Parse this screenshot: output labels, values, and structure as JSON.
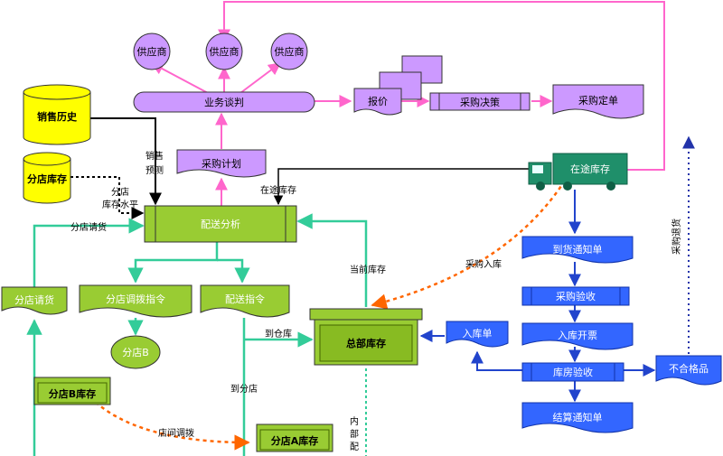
{
  "supplier": "供应商",
  "negotiation": "业务谈判",
  "quote": "报价",
  "purchase_decision": "采购决策",
  "purchase_order": "采购定单",
  "sales_history": "销售历史",
  "store_inventory": "分店库存",
  "sales_forecast_line1": "销售",
  "sales_forecast_line2": "预测",
  "store_level_line1": "分店",
  "store_level_line2": "库存水平",
  "purchase_plan": "采购计划",
  "in_transit_label": "在途库存",
  "truck_label": "在途库存",
  "distribution_analysis": "配送分析",
  "store_request_label": "分店请货",
  "store_request_doc": "分店请货",
  "transfer_order": "分店调拨指令",
  "delivery_order": "配送指令",
  "store_b": "分店B",
  "store_b_inventory": "分店B库存",
  "inter_store_transfer": "店间调拨",
  "to_store": "到分店",
  "to_warehouse": "到仓库",
  "hq_inventory": "总部库存",
  "current_inventory": "当前库存",
  "purchase_inbound": "采购入库",
  "arrival_notice": "到货通知单",
  "purchase_inspection": "采购验收",
  "inbound_invoice": "入库开票",
  "warehouse_inspection": "库房验收",
  "settlement_notice": "结算通知单",
  "inbound_slip": "入库单",
  "nonconforming": "不合格品",
  "purchase_return": "采购退货",
  "internal_delivery": [
    "内",
    "部",
    "配"
  ],
  "colors": {
    "lavender": "#cc99ff",
    "blue": "#3366ff",
    "green": "#99cc33",
    "yellow": "#ffff00",
    "truck": "#1f8f6a",
    "teal": "#33cc99",
    "pink": "#ff66cc",
    "orange": "#ff6600"
  }
}
